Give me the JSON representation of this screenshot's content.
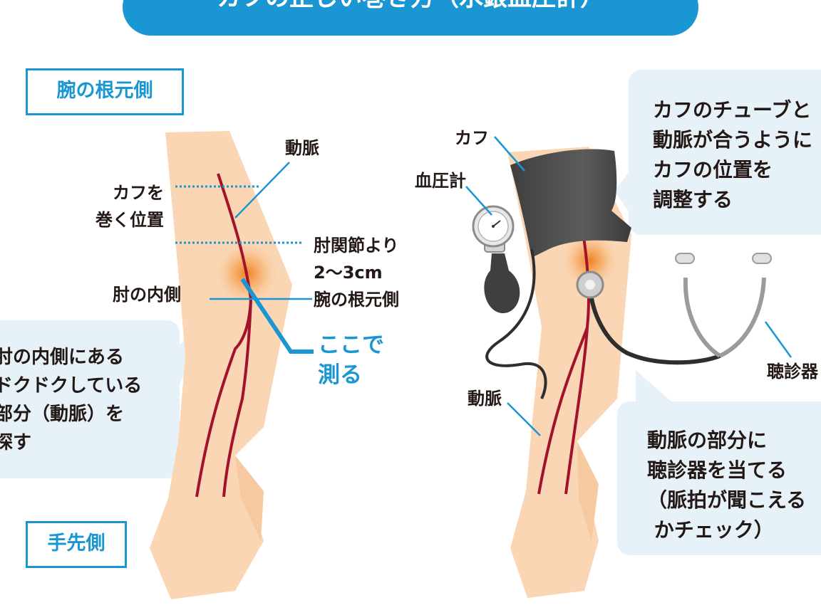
{
  "title": "カフの正しい巻き方（水銀血圧計）",
  "left_panel": {
    "top_label": "腕の根元側",
    "bottom_label": "手先側",
    "artery_label": "動脈",
    "cuff_position_label": "カフを\n巻く位置",
    "elbow_distance_label": "肘関節より\n2〜3cm\n腕の根元側",
    "inner_elbow_label": "肘の内側",
    "measure_here_label": "ここで\n測る",
    "callout_text": "肘の内側にある\nドクドクしている\n部分（動脈）を\n探す"
  },
  "right_panel": {
    "cuff_label": "カフ",
    "gauge_label": "血圧計",
    "artery_label": "動脈",
    "stethoscope_label": "聴診器",
    "callout_top_text": "カフのチューブと\n動脈が合うように\nカフの位置を\n調整する",
    "callout_bottom_text": "動脈の部分に\n聴診器を当てる\n（脈拍が聞こえる\n かチェック）"
  },
  "colors": {
    "accent": "#1a96d3",
    "skin": "#fad6b4",
    "artery": "#a3122c",
    "cuff": "#4d4d4d",
    "callout_bg": "#e6f2f7",
    "text": "#231815"
  },
  "icons": {
    "pulse_glow": "orange-glow",
    "gauge": "sphygmomanometer-dial-icon",
    "bulb": "inflation-bulb-icon",
    "stethoscope": "stethoscope-icon"
  }
}
